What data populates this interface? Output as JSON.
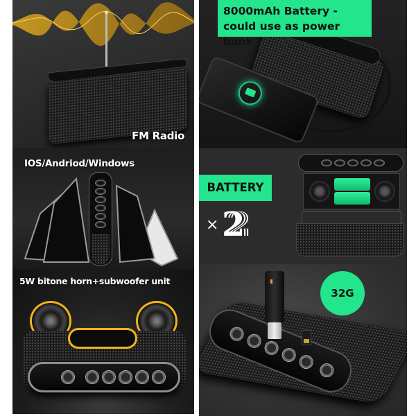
{
  "layout": "product-feature-collage",
  "panels": {
    "fm_radio": {
      "caption": "FM Radio",
      "feature": "antenna-wave"
    },
    "power_bank": {
      "caption_line1": "8000mAh Battery -",
      "caption_line2": "could use as power bank"
    },
    "compatibility": {
      "caption": "IOS/Andriod/Windows"
    },
    "battery": {
      "label": "BATTERY",
      "multiplier_sign": "×",
      "multiplier_value": "2"
    },
    "speaker_unit": {
      "caption": "5W bitone horn+subwoofer unit"
    },
    "storage": {
      "badge": "32G"
    }
  },
  "colors": {
    "accent_green": "#22e58c",
    "wave_gold": "#f0b419",
    "caption_text": "#ffffff",
    "badge_text": "#111111"
  }
}
